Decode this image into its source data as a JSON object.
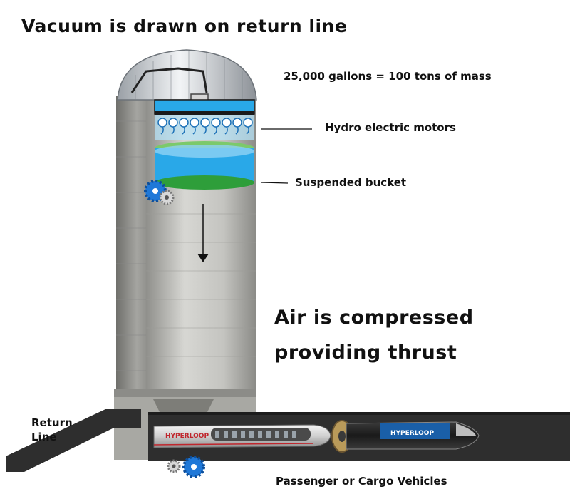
{
  "title": "Vacuum is drawn on return line",
  "labels": {
    "mass": "25,000 gallons = 100 tons of mass",
    "motors": "Hydro electric motors",
    "bucket": "Suspended bucket",
    "air_line1": "Air is compressed",
    "air_line2": "providing thrust",
    "return_line1": "Return",
    "return_line2": "Line",
    "vehicles": "Passenger or Cargo Vehicles"
  },
  "pods": {
    "left_brand": "HYPERLOOP",
    "right_brand": "HYPERLOOP"
  },
  "colors": {
    "water": "#29a8e8",
    "bucket": "#2e9e3a",
    "gear": "#1f78d8",
    "tube": "#2e2e2e",
    "silo": "#b9b9b5"
  }
}
